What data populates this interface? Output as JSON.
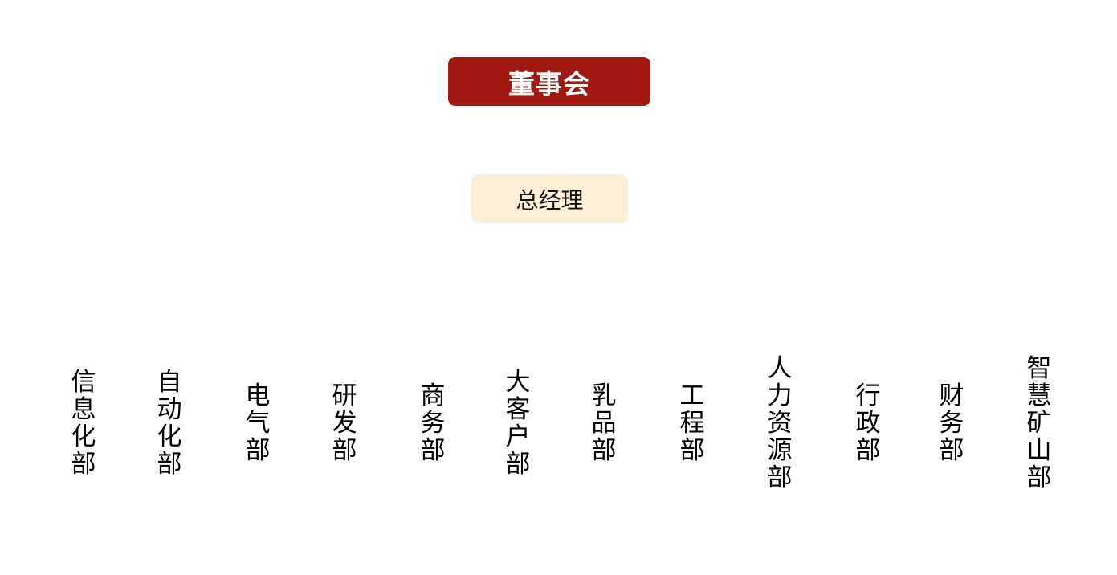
{
  "chart_data": {
    "type": "org-chart",
    "root": "董事会",
    "level2": "总经理",
    "departments": [
      "信息化部",
      "自动化部",
      "电气部",
      "研发部",
      "商务部",
      "大客户部",
      "乳品部",
      "工程部",
      "人力资源部",
      "行政部",
      "财务部",
      "智慧矿山部"
    ]
  },
  "colors": {
    "board_bg": "#a01a12",
    "gm_bg": "#fdeed6",
    "text": "#000000"
  }
}
